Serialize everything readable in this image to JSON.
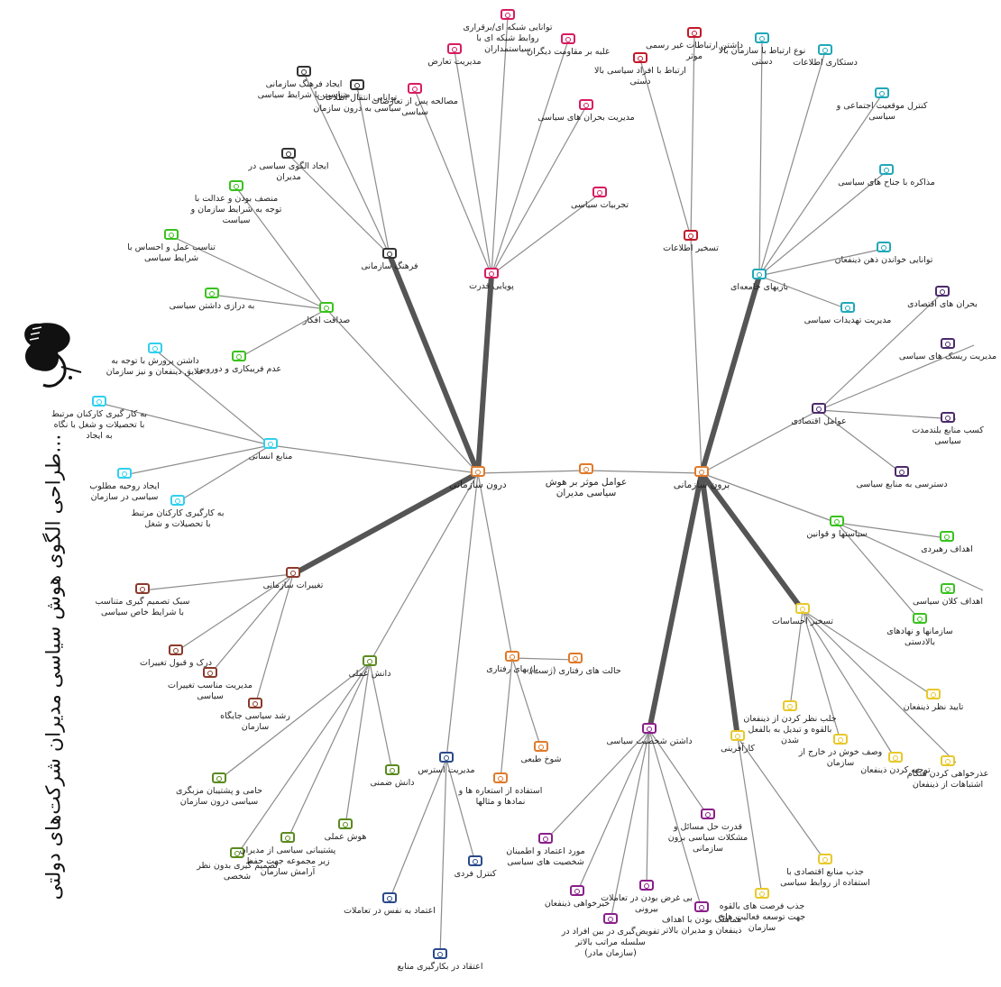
{
  "title": "طراحی الگوی هوش سیاسی مدیران شرکت‌های دولتی...",
  "colors": {
    "edge": "#8c8c8c",
    "edge_strong": "#555555",
    "center": "#e07a2a",
    "black": "#333333",
    "pink": "#d81b60",
    "crimson": "#c2182b",
    "teal": "#20a8b8",
    "purple": "#4b2a6b",
    "green": "#39c21e",
    "cyan": "#30d0ee",
    "brown": "#8a3a2a",
    "olive": "#5a8a1e",
    "navy": "#2a4a8a",
    "orange": "#e07a2a",
    "yellow": "#e8c82a",
    "violet": "#8a1e8a"
  },
  "nodes": [
    {
      "id": "center",
      "label": "عوامل موثر بر هوش سیاسی مدیران",
      "color": "center",
      "main": true
    },
    {
      "id": "inner",
      "label": "درون سازمانی",
      "color": "orange",
      "main": true
    },
    {
      "id": "outer",
      "label": "برون سازمانی",
      "color": "orange",
      "main": true
    },
    {
      "id": "culture",
      "label": "فرهنگ سازمانی",
      "color": "black"
    },
    {
      "id": "cul1",
      "label": "ایجاد فرهنگ سازمانی متناسب با شرایط سیاسی",
      "color": "black"
    },
    {
      "id": "cul2",
      "label": "توانایی انتقال اطلاعات سیاسی به درون سازمان",
      "color": "black"
    },
    {
      "id": "cul3",
      "label": "ایجاد الگوی سیاسی در مدیران",
      "color": "black"
    },
    {
      "id": "power",
      "label": "پویایی قدرت",
      "color": "pink"
    },
    {
      "id": "pow1",
      "label": "توانایی شبکه ای/برقراری روابط شبکه ای با سیاستمداران",
      "color": "pink"
    },
    {
      "id": "pow2",
      "label": "مصالحه پس از تعارضات سیاسی",
      "color": "pink"
    },
    {
      "id": "pow3",
      "label": "مدیریت تعارض",
      "color": "pink"
    },
    {
      "id": "pow4",
      "label": "غلبه بر مقاومت دیگران",
      "color": "pink"
    },
    {
      "id": "pow5",
      "label": "مدیریت بحران های سیاسی",
      "color": "pink"
    },
    {
      "id": "pow6",
      "label": "تجربیات سیاسی",
      "color": "pink"
    },
    {
      "id": "info",
      "label": "تسخیر اطلاعات",
      "color": "crimson"
    },
    {
      "id": "inf1",
      "label": "ارتباط با افراد سیاسی بالا دستی",
      "color": "crimson"
    },
    {
      "id": "inf2",
      "label": "داشتن ارتباطات غیر رسمی موثر",
      "color": "crimson"
    },
    {
      "id": "society",
      "label": "بازیهای جامعه‌ای",
      "color": "teal"
    },
    {
      "id": "soc1",
      "label": "نوع ارتباط با سازمان بالا دستی",
      "color": "teal"
    },
    {
      "id": "soc2",
      "label": "دستکاری اطلاعات",
      "color": "teal"
    },
    {
      "id": "soc3",
      "label": "کنترل موقعیت اجتماعی و سیاسی",
      "color": "teal"
    },
    {
      "id": "soc4",
      "label": "مذاکره با جناح های سیاسی",
      "color": "teal"
    },
    {
      "id": "soc5",
      "label": "توانایی خواندن ذهن ذینفعان",
      "color": "teal"
    },
    {
      "id": "soc6",
      "label": "مدیریت تهدیدات سیاسی",
      "color": "teal"
    },
    {
      "id": "econ",
      "label": "عوامل اقتصادی",
      "color": "purple"
    },
    {
      "id": "eco1",
      "label": "بحران های اقتصادی",
      "color": "purple"
    },
    {
      "id": "eco2",
      "label": "مدیریت ریسک های سیاسی",
      "color": "purple"
    },
    {
      "id": "eco3",
      "label": "کسب منابع بلندمدت سیاسی",
      "color": "purple"
    },
    {
      "id": "eco4",
      "label": "دسترسی به منابع سیاسی",
      "color": "purple"
    },
    {
      "id": "laws",
      "label": "سیاستها و قوانین",
      "color": "green"
    },
    {
      "id": "law1",
      "label": "اهداف رهبردی",
      "color": "green"
    },
    {
      "id": "law2",
      "label": "اهداف کلان سیاسی",
      "color": "green"
    },
    {
      "id": "law3",
      "label": "سازمانها و نهادهای بالادستی",
      "color": "green"
    },
    {
      "id": "emotion",
      "label": "تسخیر احساسات",
      "color": "yellow"
    },
    {
      "id": "emo1",
      "label": "تایید نظر ذینفعان",
      "color": "yellow"
    },
    {
      "id": "emo2",
      "label": "جلب نظر کردن از ذینفعان بالقوه و تبدیل به بالفعل شدن",
      "color": "yellow"
    },
    {
      "id": "emo3",
      "label": "وصف خوش در خارج از سازمان",
      "color": "yellow"
    },
    {
      "id": "emo4",
      "label": "توجیه کردن ذینفعان",
      "color": "yellow"
    },
    {
      "id": "emo5",
      "label": "عذرخواهی کردن هنگام اشتباهات از ذینفعان",
      "color": "yellow"
    },
    {
      "id": "entrep",
      "label": "کارآفرینی",
      "color": "yellow"
    },
    {
      "id": "ent1",
      "label": "جذب منابع اقتصادی با استفاده از روابط سیاسی",
      "color": "yellow"
    },
    {
      "id": "ent2",
      "label": "جذب فرصت های بالقوه جهت توسعه فعالیت های سازمان",
      "color": "yellow"
    },
    {
      "id": "charisma",
      "label": "داشتن شخصیت سیاسی",
      "color": "violet"
    },
    {
      "id": "cha1",
      "label": "مورد اعتماد و اطمینان شخصیت های سیاسی",
      "color": "violet"
    },
    {
      "id": "cha2",
      "label": "خیرخواهی ذینفعان",
      "color": "violet"
    },
    {
      "id": "cha3",
      "label": "تفویض‌گیری در بین افراد در سلسله مراتب بالاتر (سازمان مادر)",
      "color": "violet"
    },
    {
      "id": "cha4",
      "label": "بی غرض بودن در تعاملات بیرونی",
      "color": "violet"
    },
    {
      "id": "cha5",
      "label": "هماهنگ بودن با اهداف ذینفعان و مدیران بالاتر",
      "color": "violet"
    },
    {
      "id": "cha6",
      "label": "قدرت حل مسائل و مشکلات سیاسی برون سازمانی",
      "color": "violet"
    },
    {
      "id": "fairness",
      "label": "صداقت افکار",
      "color": "green"
    },
    {
      "id": "fai1",
      "label": "منصف بودن و عدالت با توجه به شرایط سازمان و سیاست",
      "color": "green"
    },
    {
      "id": "fai2",
      "label": "تناسب عمل و احساس با شرایط سیاسی",
      "color": "green"
    },
    {
      "id": "fai3",
      "label": "به درازی داشتن سیاسی",
      "color": "green"
    },
    {
      "id": "fai4",
      "label": "عدم فریبکاری و دورویی",
      "color": "green"
    },
    {
      "id": "hr",
      "label": "منابع انسانی",
      "color": "cyan"
    },
    {
      "id": "hr1",
      "label": "داشتن پرورش با توجه به علایق ذینفعان و نیز سازمان",
      "color": "cyan"
    },
    {
      "id": "hr2",
      "label": "به کار گیری کارکنان مرتبط با تحصیلات و شغل با نگاه به ایجاد",
      "color": "cyan"
    },
    {
      "id": "hr3",
      "label": "ایجاد روحیه مطلوب سیاسی در سازمان",
      "color": "cyan"
    },
    {
      "id": "hr4",
      "label": "به کارگیری کارکنان مرتبط با تحصیلات و شغل",
      "color": "cyan"
    },
    {
      "id": "change",
      "label": "تغییرات سازمانی",
      "color": "brown"
    },
    {
      "id": "chg1",
      "label": "سبک تصمیم گیری متناسب با شرایط خاص سیاسی",
      "color": "brown"
    },
    {
      "id": "chg2",
      "label": "درک و قبول تغییرات",
      "color": "brown"
    },
    {
      "id": "chg3",
      "label": "مدیریت مناسب تغییرات سیاسی",
      "color": "brown"
    },
    {
      "id": "chg4",
      "label": "رشد سیاسی جایگاه سازمان",
      "color": "brown"
    },
    {
      "id": "know",
      "label": "دانش عملی",
      "color": "olive"
    },
    {
      "id": "kno1",
      "label": "حامی و پشتیبان مزبگری سیاسی درون سازمان",
      "color": "olive"
    },
    {
      "id": "kno2",
      "label": "تصمیم گیری بدون نظر شخصی",
      "color": "olive"
    },
    {
      "id": "kno3",
      "label": "پشتیبانی سیاسی از مدیران زیر مجموعه جهت حفظ آرامش سازمان",
      "color": "olive"
    },
    {
      "id": "kno4",
      "label": "هوش عملی",
      "color": "olive"
    },
    {
      "id": "kno5",
      "label": "دانش ضمنی",
      "color": "olive"
    },
    {
      "id": "selfm",
      "label": "مدیریت استرس",
      "color": "navy"
    },
    {
      "id": "sel1",
      "label": "اعتماد به نفس در تعاملات",
      "color": "navy"
    },
    {
      "id": "sel2",
      "label": "اعتقاد در بکارگیری منابع",
      "color": "navy"
    },
    {
      "id": "sel3",
      "label": "کنترل فردی",
      "color": "navy"
    },
    {
      "id": "games",
      "label": "بازیهای رفتاری",
      "color": "orange"
    },
    {
      "id": "gam1",
      "label": "حالت های رفتاری (ژست)",
      "color": "orange"
    },
    {
      "id": "gam2",
      "label": "شوخ طبعی",
      "color": "orange"
    },
    {
      "id": "gam3",
      "label": "استفاده از استعاره ها و نمادها و مثالها",
      "color": "orange"
    }
  ],
  "edges": [
    [
      "inner",
      "center"
    ],
    [
      "outer",
      "center"
    ],
    [
      "inner",
      "culture",
      1
    ],
    [
      "inner",
      "power",
      1
    ],
    [
      "inner",
      "fairness"
    ],
    [
      "inner",
      "hr"
    ],
    [
      "inner",
      "change",
      1
    ],
    [
      "inner",
      "know"
    ],
    [
      "inner",
      "selfm"
    ],
    [
      "inner",
      "games"
    ],
    [
      "outer",
      "info"
    ],
    [
      "outer",
      "society",
      1
    ],
    [
      "outer",
      "econ"
    ],
    [
      "outer",
      "laws"
    ],
    [
      "outer",
      "emotion",
      1
    ],
    [
      "outer",
      "entrep",
      1
    ],
    [
      "outer",
      "charisma",
      1
    ],
    [
      "culture",
      "cul1"
    ],
    [
      "culture",
      "cul2"
    ],
    [
      "culture",
      "cul3"
    ],
    [
      "power",
      "pow1"
    ],
    [
      "power",
      "pow2"
    ],
    [
      "power",
      "pow3"
    ],
    [
      "power",
      "pow4"
    ],
    [
      "power",
      "pow5"
    ],
    [
      "power",
      "pow6"
    ],
    [
      "info",
      "inf1"
    ],
    [
      "info",
      "inf2"
    ],
    [
      "society",
      "soc1"
    ],
    [
      "society",
      "soc2"
    ],
    [
      "society",
      "soc3"
    ],
    [
      "society",
      "soc4"
    ],
    [
      "society",
      "soc5"
    ],
    [
      "society",
      "soc6"
    ],
    [
      "econ",
      "eco1"
    ],
    [
      "econ",
      "eco2"
    ],
    [
      "econ",
      "eco3"
    ],
    [
      "econ",
      "eco4"
    ],
    [
      "laws",
      "law1"
    ],
    [
      "laws",
      "law2"
    ],
    [
      "laws",
      "law3"
    ],
    [
      "emotion",
      "emo1"
    ],
    [
      "emotion",
      "emo2"
    ],
    [
      "emotion",
      "emo3"
    ],
    [
      "emotion",
      "emo4"
    ],
    [
      "emotion",
      "emo5"
    ],
    [
      "entrep",
      "ent1"
    ],
    [
      "entrep",
      "ent2"
    ],
    [
      "charisma",
      "cha1"
    ],
    [
      "charisma",
      "cha2"
    ],
    [
      "charisma",
      "cha3"
    ],
    [
      "charisma",
      "cha4"
    ],
    [
      "charisma",
      "cha5"
    ],
    [
      "charisma",
      "cha6"
    ],
    [
      "fairness",
      "fai1"
    ],
    [
      "fairness",
      "fai2"
    ],
    [
      "fairness",
      "fai3"
    ],
    [
      "fairness",
      "fai4"
    ],
    [
      "hr",
      "hr1"
    ],
    [
      "hr",
      "hr2"
    ],
    [
      "hr",
      "hr3"
    ],
    [
      "hr",
      "hr4"
    ],
    [
      "change",
      "chg1"
    ],
    [
      "change",
      "chg2"
    ],
    [
      "change",
      "chg3"
    ],
    [
      "change",
      "chg4"
    ],
    [
      "know",
      "kno1"
    ],
    [
      "know",
      "kno2"
    ],
    [
      "know",
      "kno3"
    ],
    [
      "know",
      "kno4"
    ],
    [
      "know",
      "kno5"
    ],
    [
      "selfm",
      "sel1"
    ],
    [
      "selfm",
      "sel2"
    ],
    [
      "selfm",
      "sel3"
    ],
    [
      "games",
      "gam1"
    ],
    [
      "games",
      "gam2"
    ],
    [
      "games",
      "gam3"
    ]
  ]
}
